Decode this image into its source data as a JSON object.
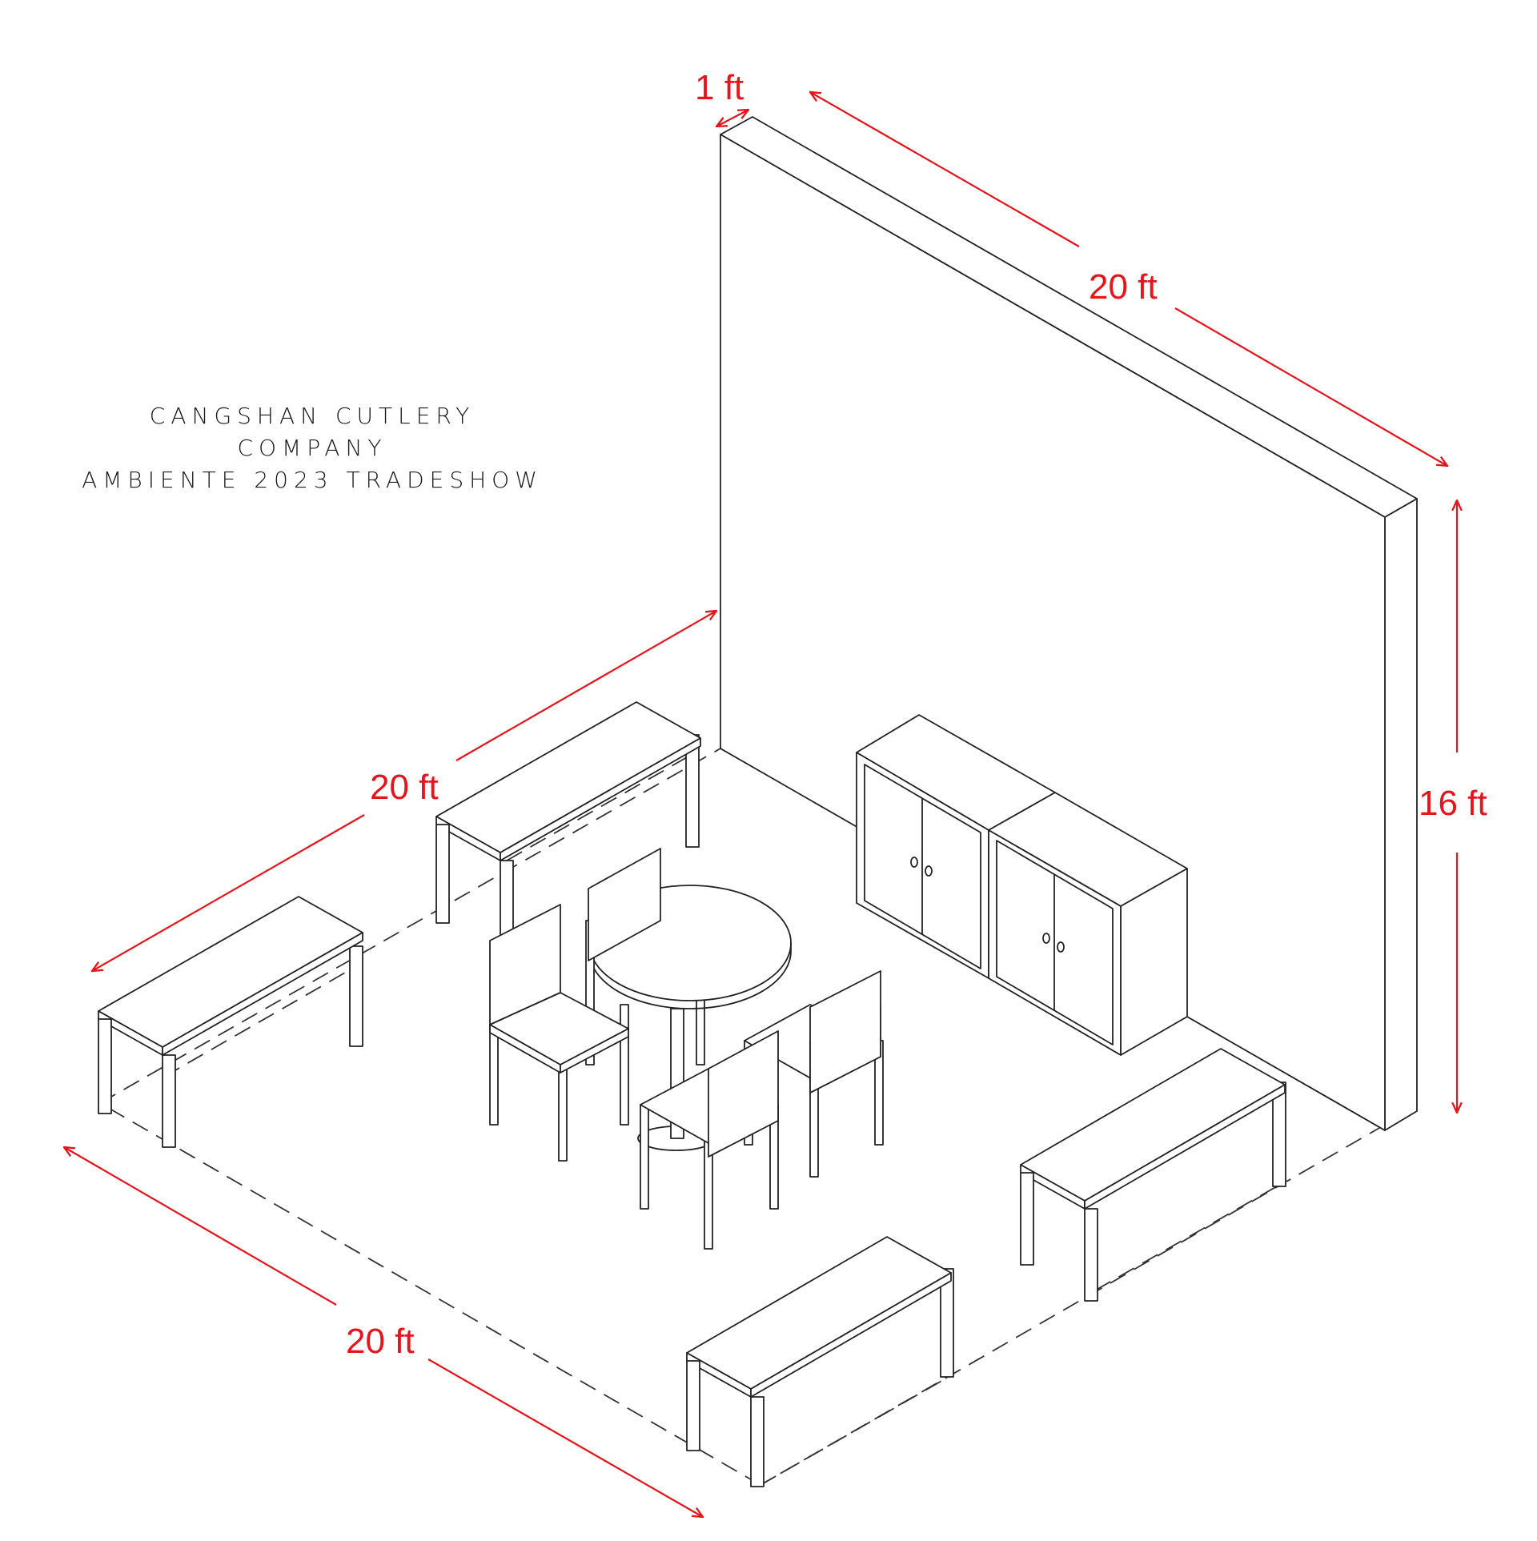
{
  "title": {
    "line1": "CANGSHAN CUTLERY COMPANY",
    "line2": "AMBIENTE 2023 TRADESHOW"
  },
  "dimensions": {
    "wall_thickness": "1 ft",
    "wall_length": "20 ft",
    "wall_height": "16 ft",
    "floor_depth": "20 ft",
    "floor_front_width": "20 ft"
  },
  "colors": {
    "dimension": "#e8141b",
    "line": "#222222",
    "background": "#ffffff"
  }
}
